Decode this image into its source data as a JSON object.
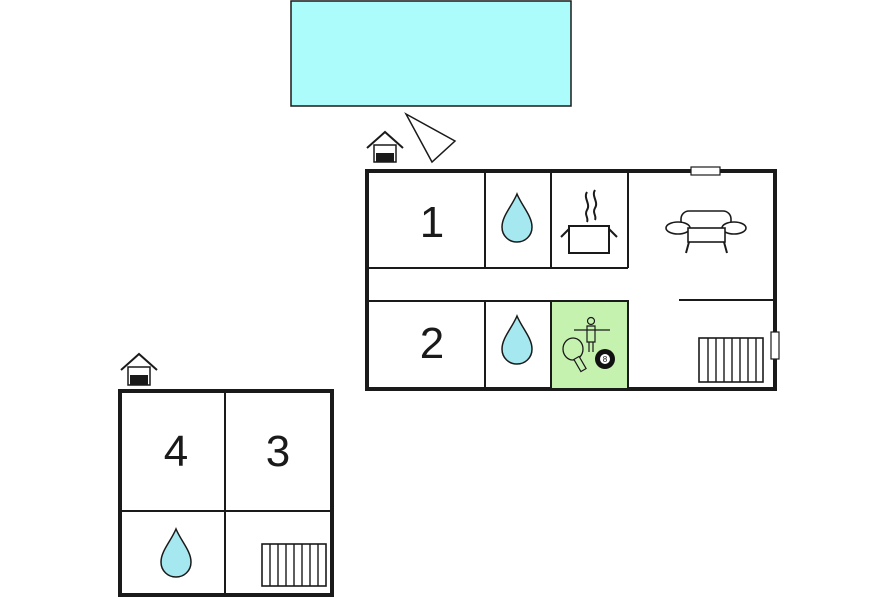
{
  "colors": {
    "pool": "#adfcfc",
    "water_drop": "#a6e8f0",
    "game_room": "#c6f2b0",
    "wall": "#1a1a1a",
    "background": "#ffffff"
  },
  "building_main": {
    "entrance_icon": "house-entrance-icon",
    "compass_icon": "north-arrow-icon",
    "rooms": [
      {
        "label": "1",
        "type": "bedroom"
      },
      {
        "label": "2",
        "type": "bedroom"
      }
    ],
    "bathroom_icons": [
      "water-drop-icon",
      "water-drop-icon"
    ],
    "kitchen_icon": "cooking-pot-icon",
    "living_icon": "sofa-icon",
    "games_icon": "table-games-icon",
    "games_ball_label": "8",
    "stairs_icon": "stairs-icon"
  },
  "building_small": {
    "entrance_icon": "house-entrance-icon",
    "rooms": [
      {
        "label": "4",
        "type": "bedroom"
      },
      {
        "label": "3",
        "type": "bedroom"
      }
    ],
    "bathroom_icons": [
      "water-drop-icon"
    ],
    "stairs_icon": "stairs-icon"
  }
}
